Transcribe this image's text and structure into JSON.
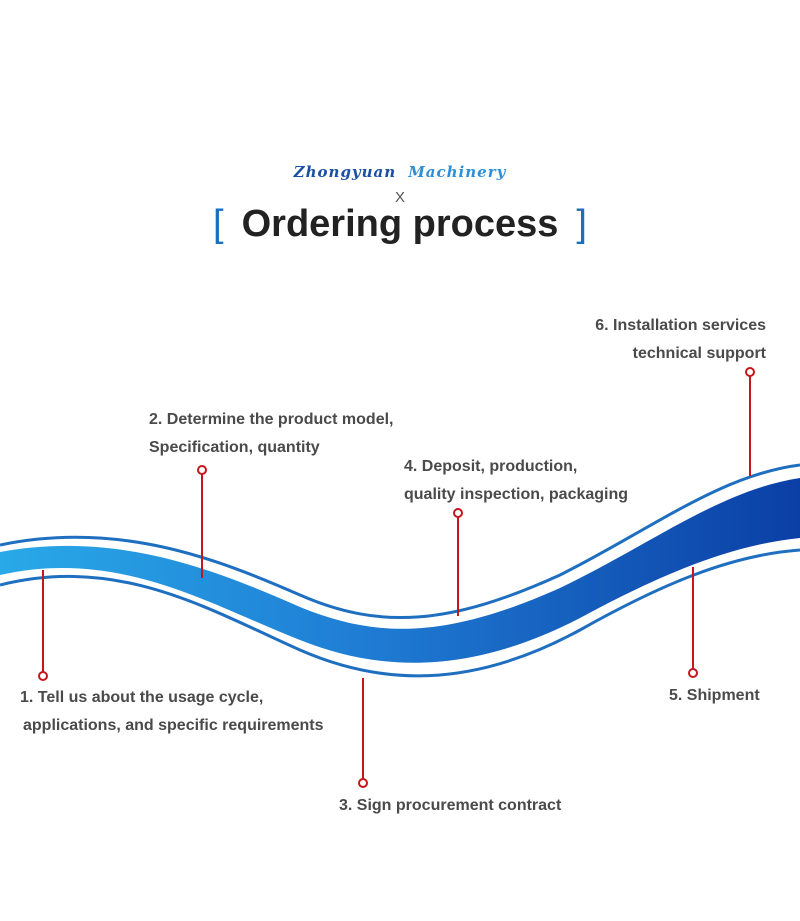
{
  "brand": {
    "word1": "Zhongyuan",
    "word2": "Machinery"
  },
  "separator": "X",
  "title": {
    "open": "[",
    "text": "Ordering process",
    "close": "]"
  },
  "steps": [
    {
      "line1": "1. Tell us about the usage cycle,",
      "line2": "applications, and specific requirements"
    },
    {
      "line1": "2. Determine the product model,",
      "line2": "Specification, quantity"
    },
    {
      "line1": "3. Sign procurement contract",
      "line2": ""
    },
    {
      "line1": "4. Deposit, production,",
      "line2": "quality inspection, packaging"
    },
    {
      "line1": "5. Shipment",
      "line2": ""
    },
    {
      "line1": "6. Installation services",
      "line2": "technical support"
    }
  ],
  "colors": {
    "ribbon_light": "#29a9e8",
    "ribbon_dark": "#0b3fa5",
    "outline": "#1f6fc0",
    "marker": "#c4161c",
    "text": "#4a4a4a"
  }
}
